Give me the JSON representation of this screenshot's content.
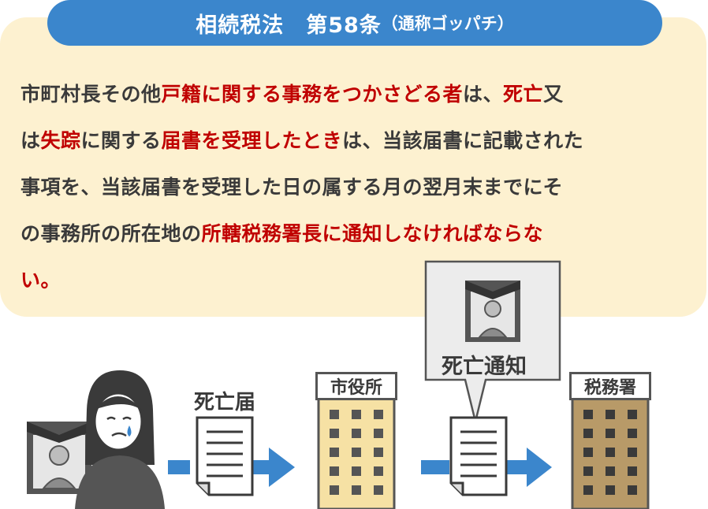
{
  "title": {
    "main": "相続税法　第58条",
    "sub": "（通称ゴッパチ）"
  },
  "law_text": [
    [
      {
        "t": "市町村長その他",
        "hl": false
      },
      {
        "t": "戸籍に関する事務をつかさどる者",
        "hl": true
      },
      {
        "t": "は、",
        "hl": false
      },
      {
        "t": "死亡",
        "hl": true
      },
      {
        "t": "又",
        "hl": false
      }
    ],
    [
      {
        "t": "は",
        "hl": false
      },
      {
        "t": "失踪",
        "hl": true
      },
      {
        "t": "に関する",
        "hl": false
      },
      {
        "t": "届書を受理したとき",
        "hl": true
      },
      {
        "t": "は、当該届書に記載された",
        "hl": false
      }
    ],
    [
      {
        "t": "事項を、当該届書を受理した日の属する月の翌月末までにそ",
        "hl": false
      }
    ],
    [
      {
        "t": "の事務所の所在地の",
        "hl": false
      },
      {
        "t": "所轄税務署長に通知しなければならな",
        "hl": true
      }
    ],
    [
      {
        "t": "い。",
        "hl": true
      }
    ]
  ],
  "flow": {
    "death_report_label": "死亡届",
    "city_office_label": "市役所",
    "death_notice_label": "死亡通知",
    "tax_office_label": "税務署"
  },
  "colors": {
    "title_bg": "#3b86cc",
    "box_bg": "#fdf1d0",
    "highlight": "#c00000",
    "text": "#3a3a3a",
    "arrow": "#3b86cc",
    "city_building": "#f6e1a4",
    "tax_building": "#b89a68"
  },
  "icons": [
    "memorial-portrait-icon",
    "grieving-woman-icon",
    "document-icon",
    "arrow-right-icon",
    "building-icon",
    "speech-bubble-icon"
  ]
}
